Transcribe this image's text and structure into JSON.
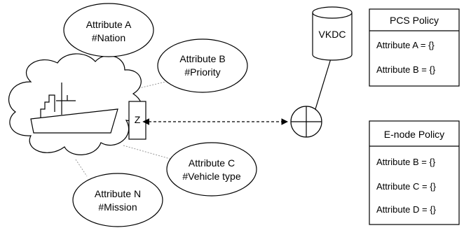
{
  "attributes": [
    {
      "title": "Attribute A",
      "sub": "#Nation"
    },
    {
      "title": "Attribute B",
      "sub": "#Priority"
    },
    {
      "title": "Attribute C",
      "sub": "#Vehicle type"
    },
    {
      "title": "Attribute N",
      "sub": "#Mission"
    }
  ],
  "z_label": "Z",
  "vkdc_label": "VKDC",
  "pcs_policy": {
    "title": "PCS Policy",
    "lines": [
      "Attribute A = {}",
      "Attribute B = {}"
    ]
  },
  "enode_policy": {
    "title": "E-node Policy",
    "lines": [
      "Attribute B = {}",
      "Attribute C = {}",
      "Attribute D = {}"
    ]
  }
}
